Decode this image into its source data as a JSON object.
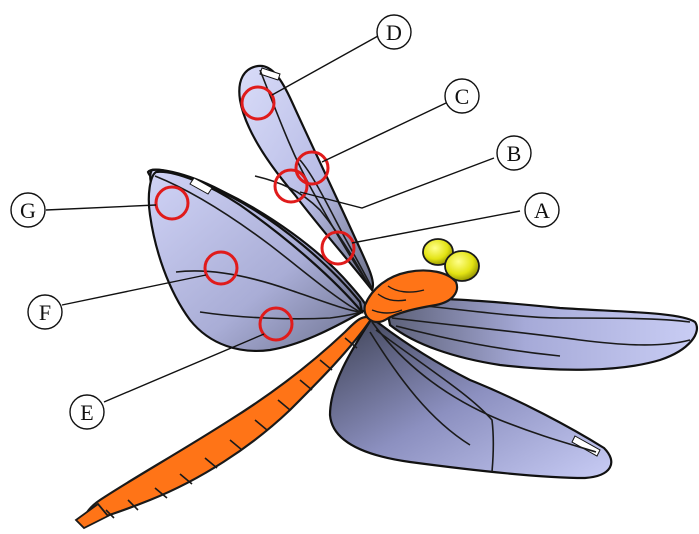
{
  "diagram": {
    "labels": [
      "A",
      "B",
      "C",
      "D",
      "E",
      "F",
      "G"
    ],
    "colors": {
      "body": "#ff7417",
      "body_outline": "#1a1a1a",
      "eyes": "#e8e81e",
      "wing_light": "#c9cdf4",
      "wing_dark": "#4a4f63",
      "marker_ring": "#e01b1b"
    }
  }
}
